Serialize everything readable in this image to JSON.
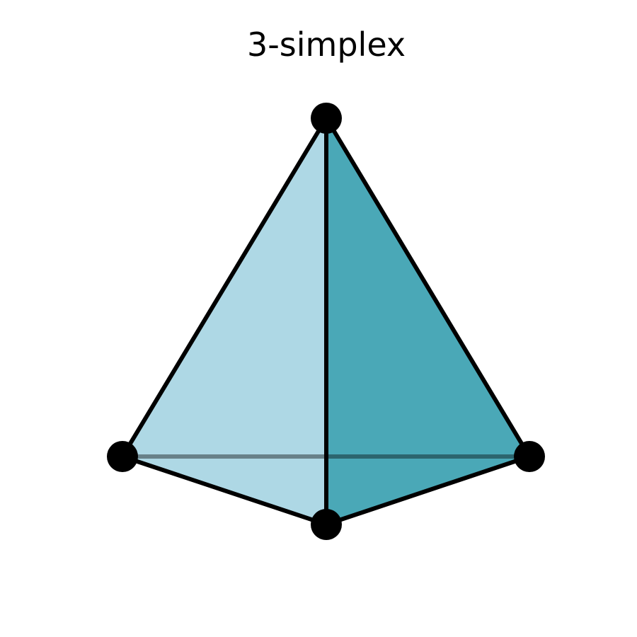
{
  "title": "3-simplex",
  "colors": {
    "left_face": "#aed8e5",
    "right_face": "#4aa8b7",
    "hidden_edge": "#000000",
    "edge": "#000000",
    "vertex": "#000000",
    "background": "#ffffff"
  },
  "simplex": {
    "dimension": 3,
    "vertex_count": 4,
    "edge_count": 6,
    "visible_faces": 2,
    "hidden_edge_opacity": 0.4
  }
}
